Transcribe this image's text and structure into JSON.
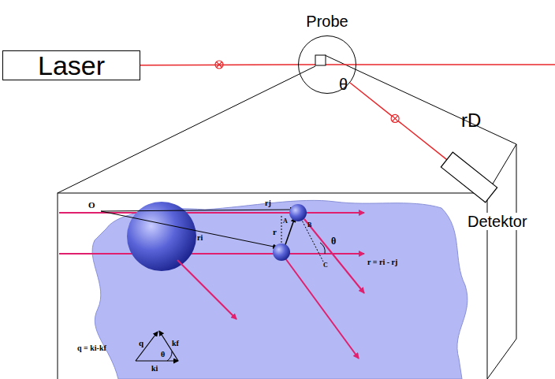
{
  "diagram": {
    "nodes": [
      {
        "text": [
          "Laser"
        ]
      },
      {
        "text": [
          "Probe"
        ]
      },
      {
        "text": [
          "Detektor"
        ]
      }
    ],
    "edges": [
      {
        "from": 0,
        "to": 1,
        "arrow": "none"
      },
      {
        "from": 1,
        "to": 2,
        "arrow": "none"
      }
    ],
    "labels": [
      "θ",
      "rD",
      "O",
      "rj",
      "ri",
      "A",
      "B",
      "C",
      "r",
      "θ",
      "r = ri - rj",
      "q",
      "kf",
      "θ",
      "ki",
      "q = ki-kf"
    ]
  }
}
